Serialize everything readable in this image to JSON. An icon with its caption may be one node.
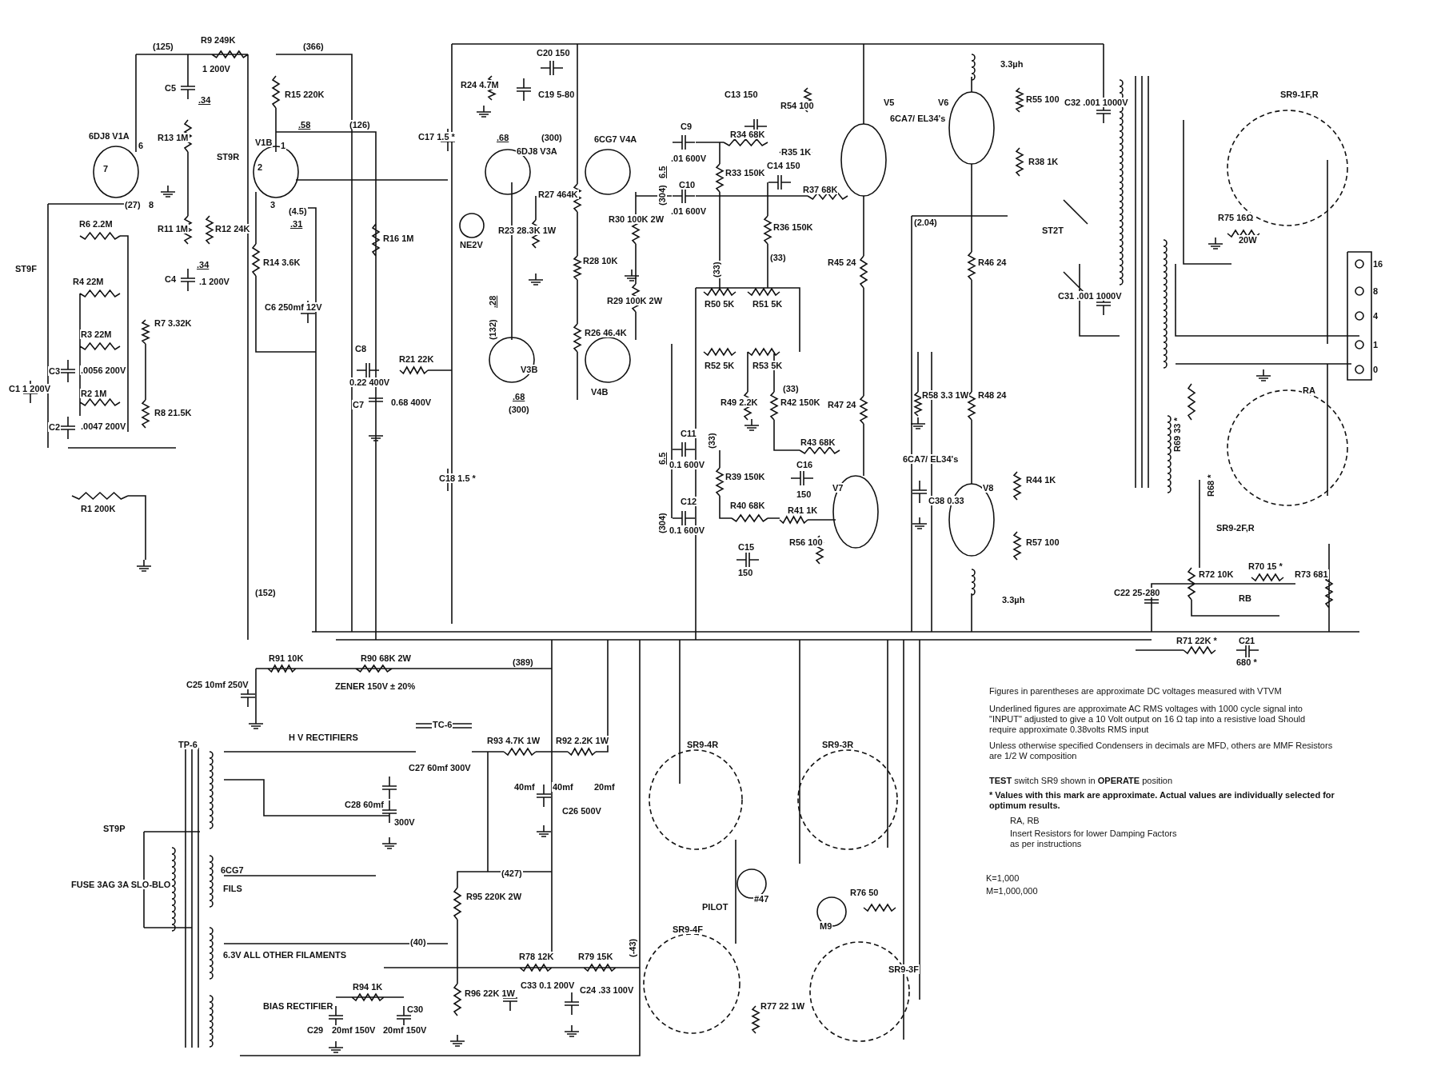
{
  "diagram": {
    "labels": [
      "(125)",
      "R9 249K",
      "(366)",
      "1 200V",
      "C5",
      ".34",
      "R13 1M",
      "R15 220K",
      ".58",
      "(126)",
      "6DJ8 V1A",
      "6",
      "ST9R",
      "V1B",
      "1",
      "7",
      "2",
      "(27)",
      "8",
      "3",
      "(4.5)",
      "R6 2.2M",
      "R11 1M",
      "R12 24K",
      ".31",
      "R16 1M",
      "R14 3.6K",
      "ST9F",
      ".34",
      "R4 22M",
      "C4",
      ".1 200V",
      "C6 250mf 12V",
      "R7 3.32K",
      "R3 22M",
      "C8",
      "R21 22K",
      "C3",
      ".0056 200V",
      "0.22 400V",
      "C1 1 200V",
      "R2 1M",
      "C7",
      "0.68 400V",
      "C2",
      ".0047 200V",
      "R8 21.5K",
      "R1 200K",
      "C17 1.5 *",
      "C20 150",
      "R24 4.7M",
      "C19 5-80",
      ".68",
      "(300)",
      "6DJ8 V3A",
      "6CG7 V4A",
      "6.5",
      "(304)",
      "C9",
      ".01 600V",
      "C13 150",
      "R54 100",
      "V5",
      "R34 68K",
      "R35 1K",
      "C14 150",
      "R33 150K",
      "C10",
      ".01 600V",
      "R37 68K",
      "R27 464K",
      "NE2V",
      "R23 28.3K 1W",
      "R30 100K 2W",
      "R36 150K",
      "R28 10K",
      "(33)",
      "(33)",
      "R45 24",
      ".28",
      "(132)",
      "R50 5K",
      "R51 5K",
      "R29 100K 2W",
      "R26 46.4K",
      "V3B",
      "R52 5K",
      "R53 5K",
      "V4B",
      "(33)",
      ".68",
      "(300)",
      "R49 2.2K",
      "R42 150K",
      "(33)",
      "R47 24",
      "6.5",
      "C11",
      "0.1 600V",
      "R43 68K",
      "C16",
      "150",
      "R39 150K",
      "V7",
      "(304)",
      "C12",
      "0.1 600V",
      "R40 68K",
      "R41 1K",
      "R56 100",
      "C15",
      "150",
      "C18 1.5 *",
      "3.3µh",
      "6CA7/ EL34's",
      "V6",
      "R55 100",
      "C32 .001 1000V",
      "SR9-1F,R",
      "R38 1K",
      "ST2T",
      "(2.04)",
      "R75 16Ω",
      "20W",
      "R46 24",
      "16",
      "8",
      "4",
      "1",
      "0",
      "C31 .001 1000V",
      "RA",
      "R58 3.3 1W",
      "R48 24",
      "R69 33 *",
      "R68 *",
      "6CA7/ EL34's",
      "R44 1K",
      "V8",
      "C38 0.33",
      "R57 100",
      "SR9-2F,R",
      "R70 15 *",
      "R72 10K",
      "R73 681",
      "3.3µh",
      "C22 25-280",
      "RB",
      "R71 22K *",
      "C21",
      "680 *",
      "(152)",
      "R91 10K",
      "R90 68K 2W",
      "(389)",
      "C25 10mf 250V",
      "ZENER 150V ± 20%",
      "TC-6",
      "TP-6",
      "H V RECTIFIERS",
      "R93 4.7K 1W",
      "R92 2.2K 1W",
      "C27 60mf 300V",
      "40mf",
      "40mf",
      "20mf",
      "C28 60mf",
      "300V",
      "C26 500V",
      "ST9P",
      "6CG7",
      "FILS",
      "(427)",
      "FUSE 3AG 3A SLO-BLO",
      "R95 220K 2W",
      "(-43)",
      "(40)",
      "6.3V ALL OTHER FILAMENTS",
      "R78 12K",
      "R79 15K",
      "R94 1K",
      "BIAS RECTIFIER",
      "R96 22K 1W",
      "C33 0.1 200V",
      "C24 .33 100V",
      "C30",
      "C29",
      "20mf 150V",
      "20mf 150V",
      "SR9-4R",
      "SR9-3R",
      "PILOT",
      "#47",
      "R76 50",
      "M9",
      "SR9-4F",
      "SR9-3F",
      "R77 22 1W",
      "Figures in parentheses are approximate DC voltages measured with VTVM",
      "Underlined figures are approximate AC RMS voltages with 1000 cycle signal into \"INPUT\" adjusted to give a 10 Volt output on 16 Ω tap into a resistive load Should require approximate 0.38volts RMS input",
      "Unless otherwise specified Condensers in decimals are MFD, others are MMF Resistors are 1/2 W composition",
      "**TEST** switch SR9 shown in **OPERATE** position",
      "* Values with this mark are approximate. Actual values are individually selected for optimum results.",
      "RA, RB",
      "Insert Resistors for lower Damping Factors as per instructions",
      "K=1,000",
      "M=1,000,000"
    ]
  }
}
